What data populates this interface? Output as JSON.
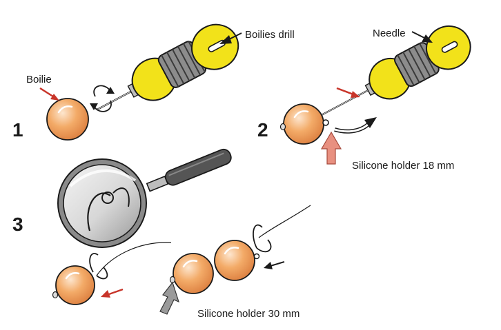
{
  "labels": {
    "boilies_drill": "Boilies drill",
    "boilie": "Boilie",
    "needle": "Needle",
    "silicone_18": "Silicone holder 18 mm",
    "silicone_30": "Silicone holder 30 mm"
  },
  "steps": [
    "1",
    "2",
    "3"
  ],
  "colors": {
    "handle_yellow": "#f2e21a",
    "grip_gray": "#8c8c8c",
    "boilie_orange": "#f0a05a",
    "arrow_red": "#c8352a",
    "arrow_pink": "#e89080",
    "outline": "#1a1a1a"
  }
}
